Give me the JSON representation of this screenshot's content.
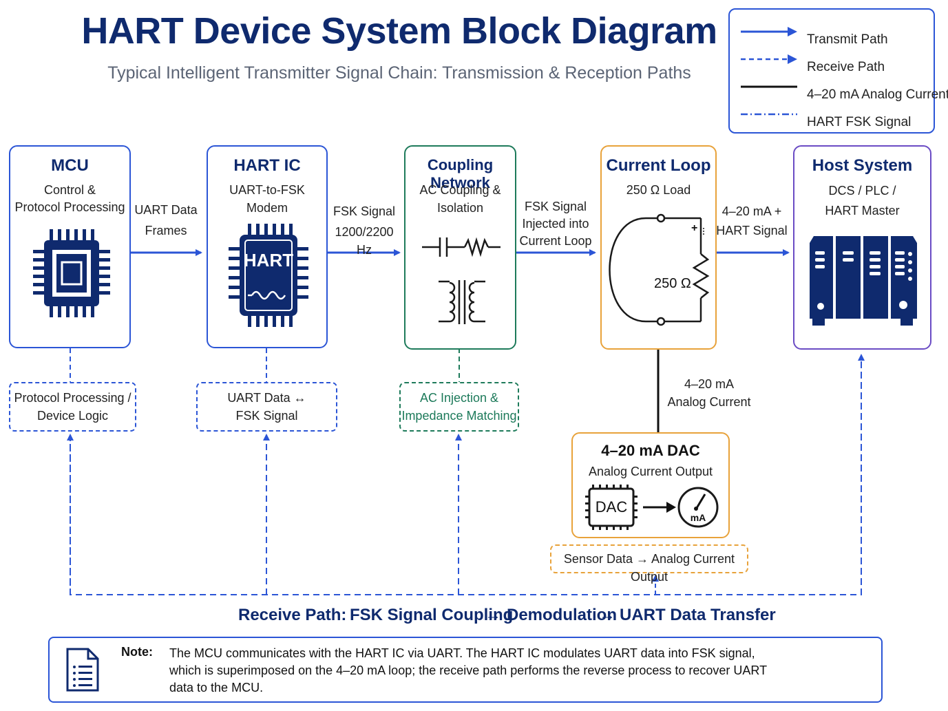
{
  "header": {
    "title": "HART Device System Block Diagram",
    "subtitle": "Typical Intelligent Transmitter Signal Chain:  Transmission & Reception Paths"
  },
  "legend": {
    "items": [
      {
        "label": "Transmit Path",
        "style": "solid-arrow",
        "color": "#2b55d6"
      },
      {
        "label": "Receive Path",
        "style": "dashed-arrow",
        "color": "#2b55d6"
      },
      {
        "label": "4–20 mA Analog Current",
        "style": "solid-black",
        "color": "#111111"
      },
      {
        "label": "HART FSK Signal",
        "style": "dash-dot",
        "color": "#2b55d6"
      }
    ]
  },
  "blocks": {
    "mcu": {
      "title": "MCU",
      "line1": "Control &",
      "line2": "Protocol Processing",
      "icon": "microcontroller-chip-icon"
    },
    "hart_ic": {
      "title": "HART IC",
      "line1": "UART-to-FSK Modem",
      "chip_text": "HART",
      "icon": "hart-modem-chip-icon"
    },
    "coupling": {
      "title": "Coupling Network",
      "line1": "AC Coupling &",
      "line2": "Isolation",
      "icon": "capacitor-resistor-transformer-icon"
    },
    "current_loop": {
      "title": "Current Loop",
      "line1": "250 Ω Load",
      "resistor_label": "250 Ω",
      "plus": "+",
      "icon": "loop-resistor-icon"
    },
    "host": {
      "title": "Host System",
      "line1": "DCS / PLC /",
      "line2": "HART Master",
      "icon": "server-rack-icon"
    },
    "dac": {
      "title": "4–20 mA DAC",
      "line1": "Analog Current Output",
      "chip_text": "DAC",
      "meter_text": "mA",
      "icon": "dac-meter-icon"
    }
  },
  "edges": {
    "mcu_to_hart": {
      "line1": "UART Data",
      "line2": "Frames"
    },
    "hart_to_coupling": {
      "line1": "FSK Signal",
      "line2": "1200/2200 Hz"
    },
    "coupling_to_loop": {
      "line1": "FSK Signal",
      "line2": "Injected into",
      "line3": "Current Loop"
    },
    "loop_to_host": {
      "line1": "4–20 mA +",
      "line2": "HART Signal"
    },
    "dac_to_loop": {
      "line1": "4–20 mA",
      "line2": "Analog Current"
    }
  },
  "sub_boxes": {
    "mcu": {
      "line1": "Protocol Processing /",
      "line2": "Device Logic",
      "color": "#2b55d6"
    },
    "hart_ic": {
      "line1": "UART Data ↔",
      "line2": "FSK Signal",
      "color": "#2b55d6"
    },
    "coupling": {
      "line1": "AC Injection &",
      "line2": "Impedance Matching",
      "color": "#1d7a5a"
    },
    "dac": {
      "line1": "Sensor Data → Analog Current Output",
      "color": "#e8a23a"
    }
  },
  "receive_path": {
    "label": "Receive Path:",
    "step1": "FSK Signal Coupling",
    "step2": "Demodulation",
    "step3": "UART Data Transfer",
    "arrow": "→"
  },
  "note": {
    "label": "Note:",
    "text": "The MCU communicates with the HART IC via UART. The HART IC modulates UART data into FSK signal, which is superimposed on the 4–20 mA loop; the receive path performs the reverse process to recover UART data to the MCU.",
    "icon": "document-icon"
  },
  "colors": {
    "blue": "#2b55d6",
    "navy": "#0f2a6e",
    "green": "#1d7a5a",
    "orange": "#e8a23a",
    "purple": "#6a4bc4"
  }
}
